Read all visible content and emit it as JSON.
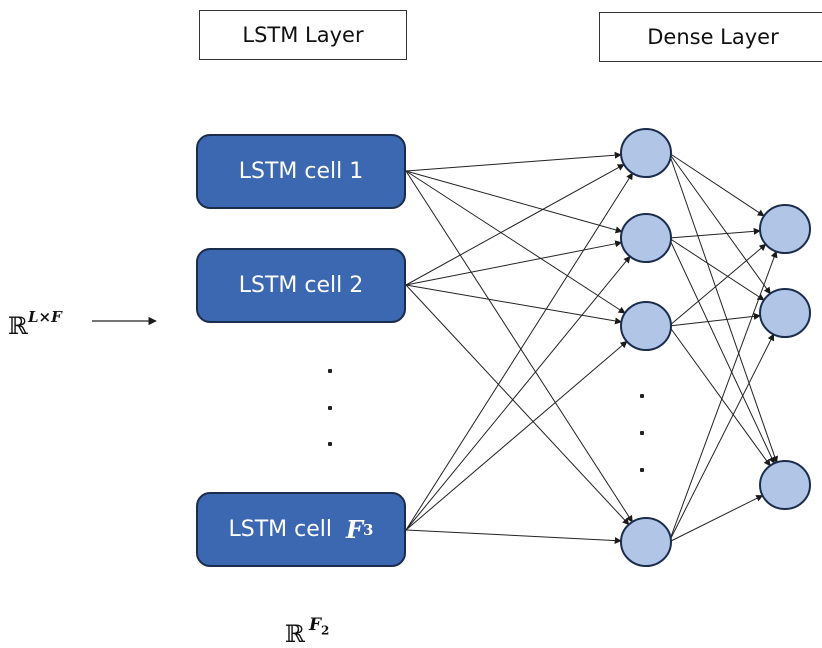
{
  "headers": {
    "lstm_layer": "LSTM Layer",
    "dense_layer": "Dense Layer"
  },
  "lstm_cells": [
    {
      "label": "LSTM cell",
      "index": "1"
    },
    {
      "label": "LSTM cell",
      "index": "2"
    },
    {
      "label": "LSTM cell",
      "index_symbol": "F",
      "index_subscript": "3"
    }
  ],
  "input": {
    "symbol": "ℝ",
    "superscript": "L×F"
  },
  "output": {
    "symbol": "ℝ",
    "superscript_base": "F",
    "superscript_subscript": "2"
  },
  "ellipsis": "⋮",
  "dense_layer_1": {
    "visible_nodes": 4,
    "ellipsis_after_node": 3
  },
  "dense_layer_2": {
    "visible_nodes": 3
  },
  "colors": {
    "lstm_cell_fill": "#3c67b1",
    "lstm_cell_border": "#1b2d4c",
    "node_fill": "#b1c6e7",
    "node_border": "#1b2d4c",
    "edge": "#222222"
  }
}
